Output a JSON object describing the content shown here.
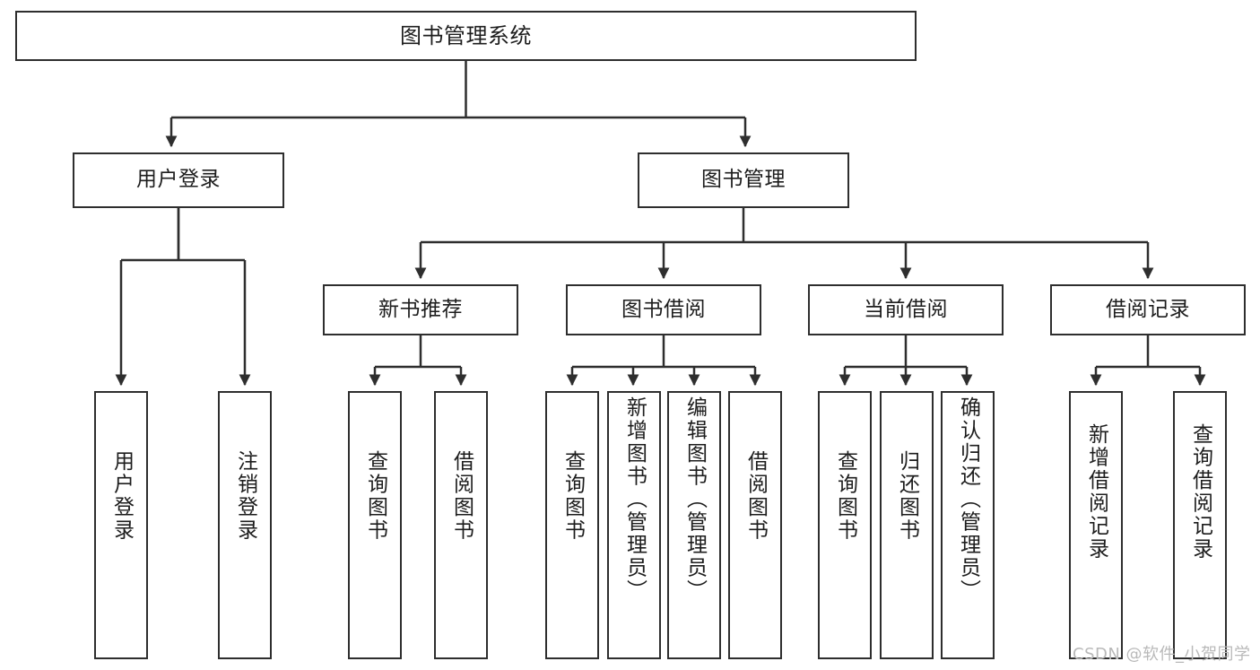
{
  "diagram": {
    "title": "图书管理系统",
    "type": "functional-decomposition-tree",
    "orientation": "top-down"
  },
  "nodes": {
    "root": {
      "label": "图书管理系统"
    },
    "level2": [
      {
        "id": "user-login",
        "label": "用户登录"
      },
      {
        "id": "book-management",
        "label": "图书管理"
      }
    ],
    "level3": [
      {
        "id": "new-book-recommend",
        "label": "新书推荐"
      },
      {
        "id": "book-borrow",
        "label": "图书借阅"
      },
      {
        "id": "current-borrow",
        "label": "当前借阅"
      },
      {
        "id": "borrow-record",
        "label": "借阅记录"
      }
    ],
    "leaves": [
      {
        "id": "leaf-user-login",
        "label": "用户登录",
        "parent": "user-login"
      },
      {
        "id": "leaf-logout",
        "label": "注销登录",
        "parent": "user-login"
      },
      {
        "id": "leaf-query-book-1",
        "label": "查询图书",
        "parent": "new-book-recommend"
      },
      {
        "id": "leaf-borrow-book-1",
        "label": "借阅图书",
        "parent": "new-book-recommend"
      },
      {
        "id": "leaf-query-book-2",
        "label": "查询图书",
        "parent": "book-borrow"
      },
      {
        "id": "leaf-add-book",
        "label": "新增图书（管理员）",
        "parent": "book-borrow"
      },
      {
        "id": "leaf-edit-book",
        "label": "编辑图书（管理员）",
        "parent": "book-borrow"
      },
      {
        "id": "leaf-borrow-book-2",
        "label": "借阅图书",
        "parent": "book-borrow"
      },
      {
        "id": "leaf-query-book-3",
        "label": "查询图书",
        "parent": "current-borrow"
      },
      {
        "id": "leaf-return-book",
        "label": "归还图书",
        "parent": "current-borrow"
      },
      {
        "id": "leaf-confirm-return",
        "label": "确认归还（管理员）",
        "parent": "current-borrow"
      },
      {
        "id": "leaf-add-record",
        "label": "新增借阅记录",
        "parent": "borrow-record"
      },
      {
        "id": "leaf-query-record",
        "label": "查询借阅记录",
        "parent": "borrow-record"
      }
    ]
  },
  "watermark": {
    "text": "CSDN @软件_小贺同学"
  },
  "colors": {
    "stroke": "#2e2e2e",
    "text": "#1d1d1d",
    "background": "#ffffff",
    "watermark": "#b9b9b9"
  }
}
